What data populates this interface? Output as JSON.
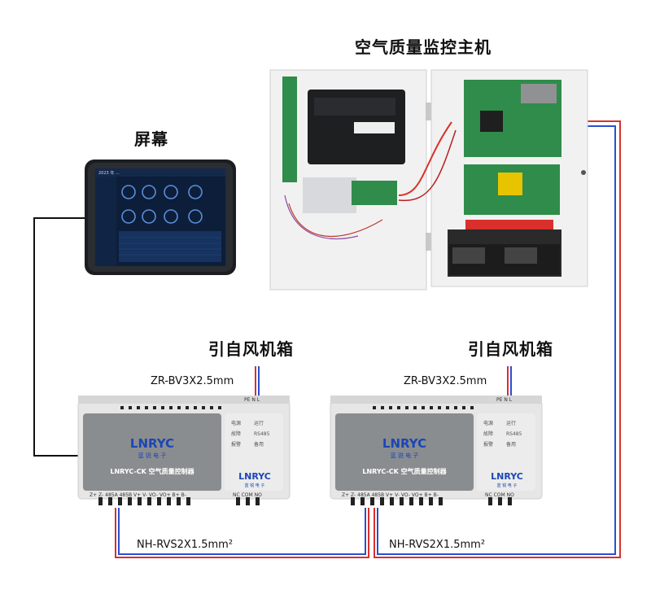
{
  "titles": {
    "host": "空气质量监控主机",
    "screen": "屏幕",
    "fan_box_1": "引自风机箱",
    "fan_box_2": "引自风机箱"
  },
  "wires": {
    "power_cable_1": "ZR-BV3X2.5mm",
    "power_cable_2": "ZR-BV3X2.5mm",
    "bus_cable_1": "NH-RVS2X1.5mm²",
    "bus_cable_2": "NH-RVS2X1.5mm²"
  },
  "controller": {
    "brand": "LNRYC",
    "brand_cn": "蓝 锐 电 子",
    "model": "LNRYC-CK 空气质量控制器",
    "leds": [
      "电源",
      "运行",
      "故障",
      "报警",
      "RS485",
      "备用"
    ],
    "top_terminals": "PE  N  L",
    "bottom_terminals": "Z+  Z-  485A 485B  V+  V-  VO-  VO+  B+  B-",
    "relay_terminals": "NC COM NO"
  },
  "screen_ui": {
    "header": "2023 年 ...",
    "gauges": 8
  },
  "colors": {
    "wire_red": "#d9302c",
    "wire_blue": "#2b4fd1",
    "wire_black": "#111111",
    "panel_bg": "#eeeeee",
    "controller_face": "#8a8d8f",
    "brand_blue": "#1b46b5"
  }
}
